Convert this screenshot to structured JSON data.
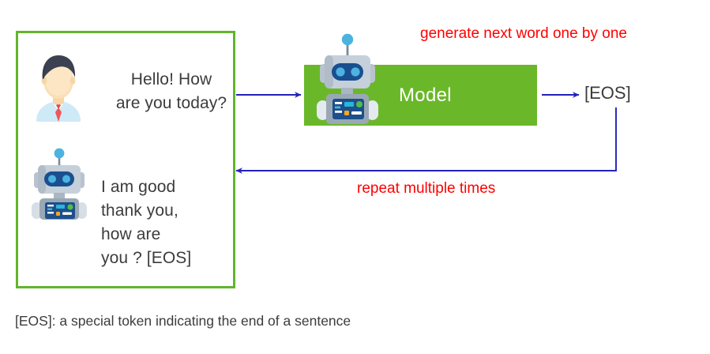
{
  "diagram": {
    "conversation": {
      "user_message": "Hello! How\nare you today?",
      "bot_message": "I am good\nthank you,\nhow are\nyou ? [EOS]",
      "user_avatar_icon": "person-avatar-icon",
      "bot_avatar_icon": "robot-icon",
      "border_color": "#62b52c"
    },
    "model": {
      "label": "Model",
      "fill_color": "#6ab829",
      "label_color": "#ffffff",
      "robot_icon": "robot-icon"
    },
    "output": {
      "token": "[EOS]"
    },
    "annotations": {
      "generate": "generate next word one by one",
      "repeat": "repeat multiple times",
      "color": "#ff0000"
    },
    "footnote": "[EOS]: a special token indicating the end of a sentence",
    "arrows": {
      "color": "#2222bb",
      "input_arrow_icon": "arrow-right-icon",
      "output_arrow_icon": "arrow-right-icon",
      "feedback_arrow_icon": "arrow-left-icon"
    }
  }
}
